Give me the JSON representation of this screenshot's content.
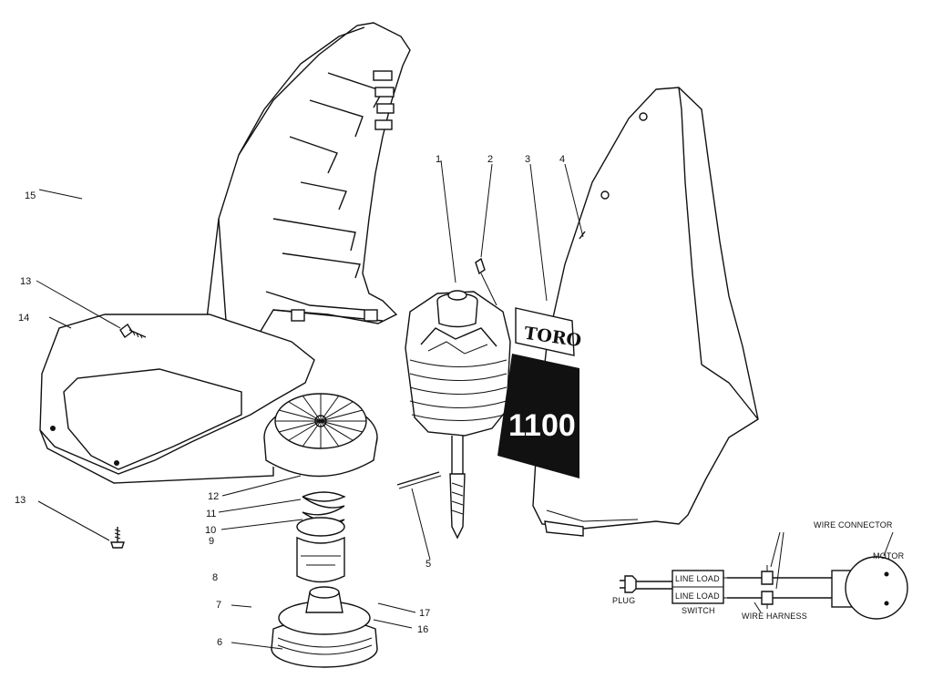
{
  "parts": [
    {
      "number": "1"
    },
    {
      "number": "2"
    },
    {
      "number": "3"
    },
    {
      "number": "4"
    },
    {
      "number": "5"
    },
    {
      "number": "6"
    },
    {
      "number": "7"
    },
    {
      "number": "8"
    },
    {
      "number": "9"
    },
    {
      "number": "10"
    },
    {
      "number": "11"
    },
    {
      "number": "12"
    },
    {
      "number": "13"
    },
    {
      "number": "13"
    },
    {
      "number": "14"
    },
    {
      "number": "15"
    },
    {
      "number": "16"
    },
    {
      "number": "17"
    }
  ],
  "decal": {
    "brand": "TORO",
    "model": "1100"
  },
  "wiring": {
    "plug": "PLUG",
    "switch_line_load_top": "LINE LOAD",
    "switch_line_load_bottom": "LINE LOAD",
    "switch": "SWITCH",
    "wire_harness": "WIRE HARNESS",
    "wire_connector": "WIRE CONNECTOR",
    "motor": "MOTOR"
  }
}
